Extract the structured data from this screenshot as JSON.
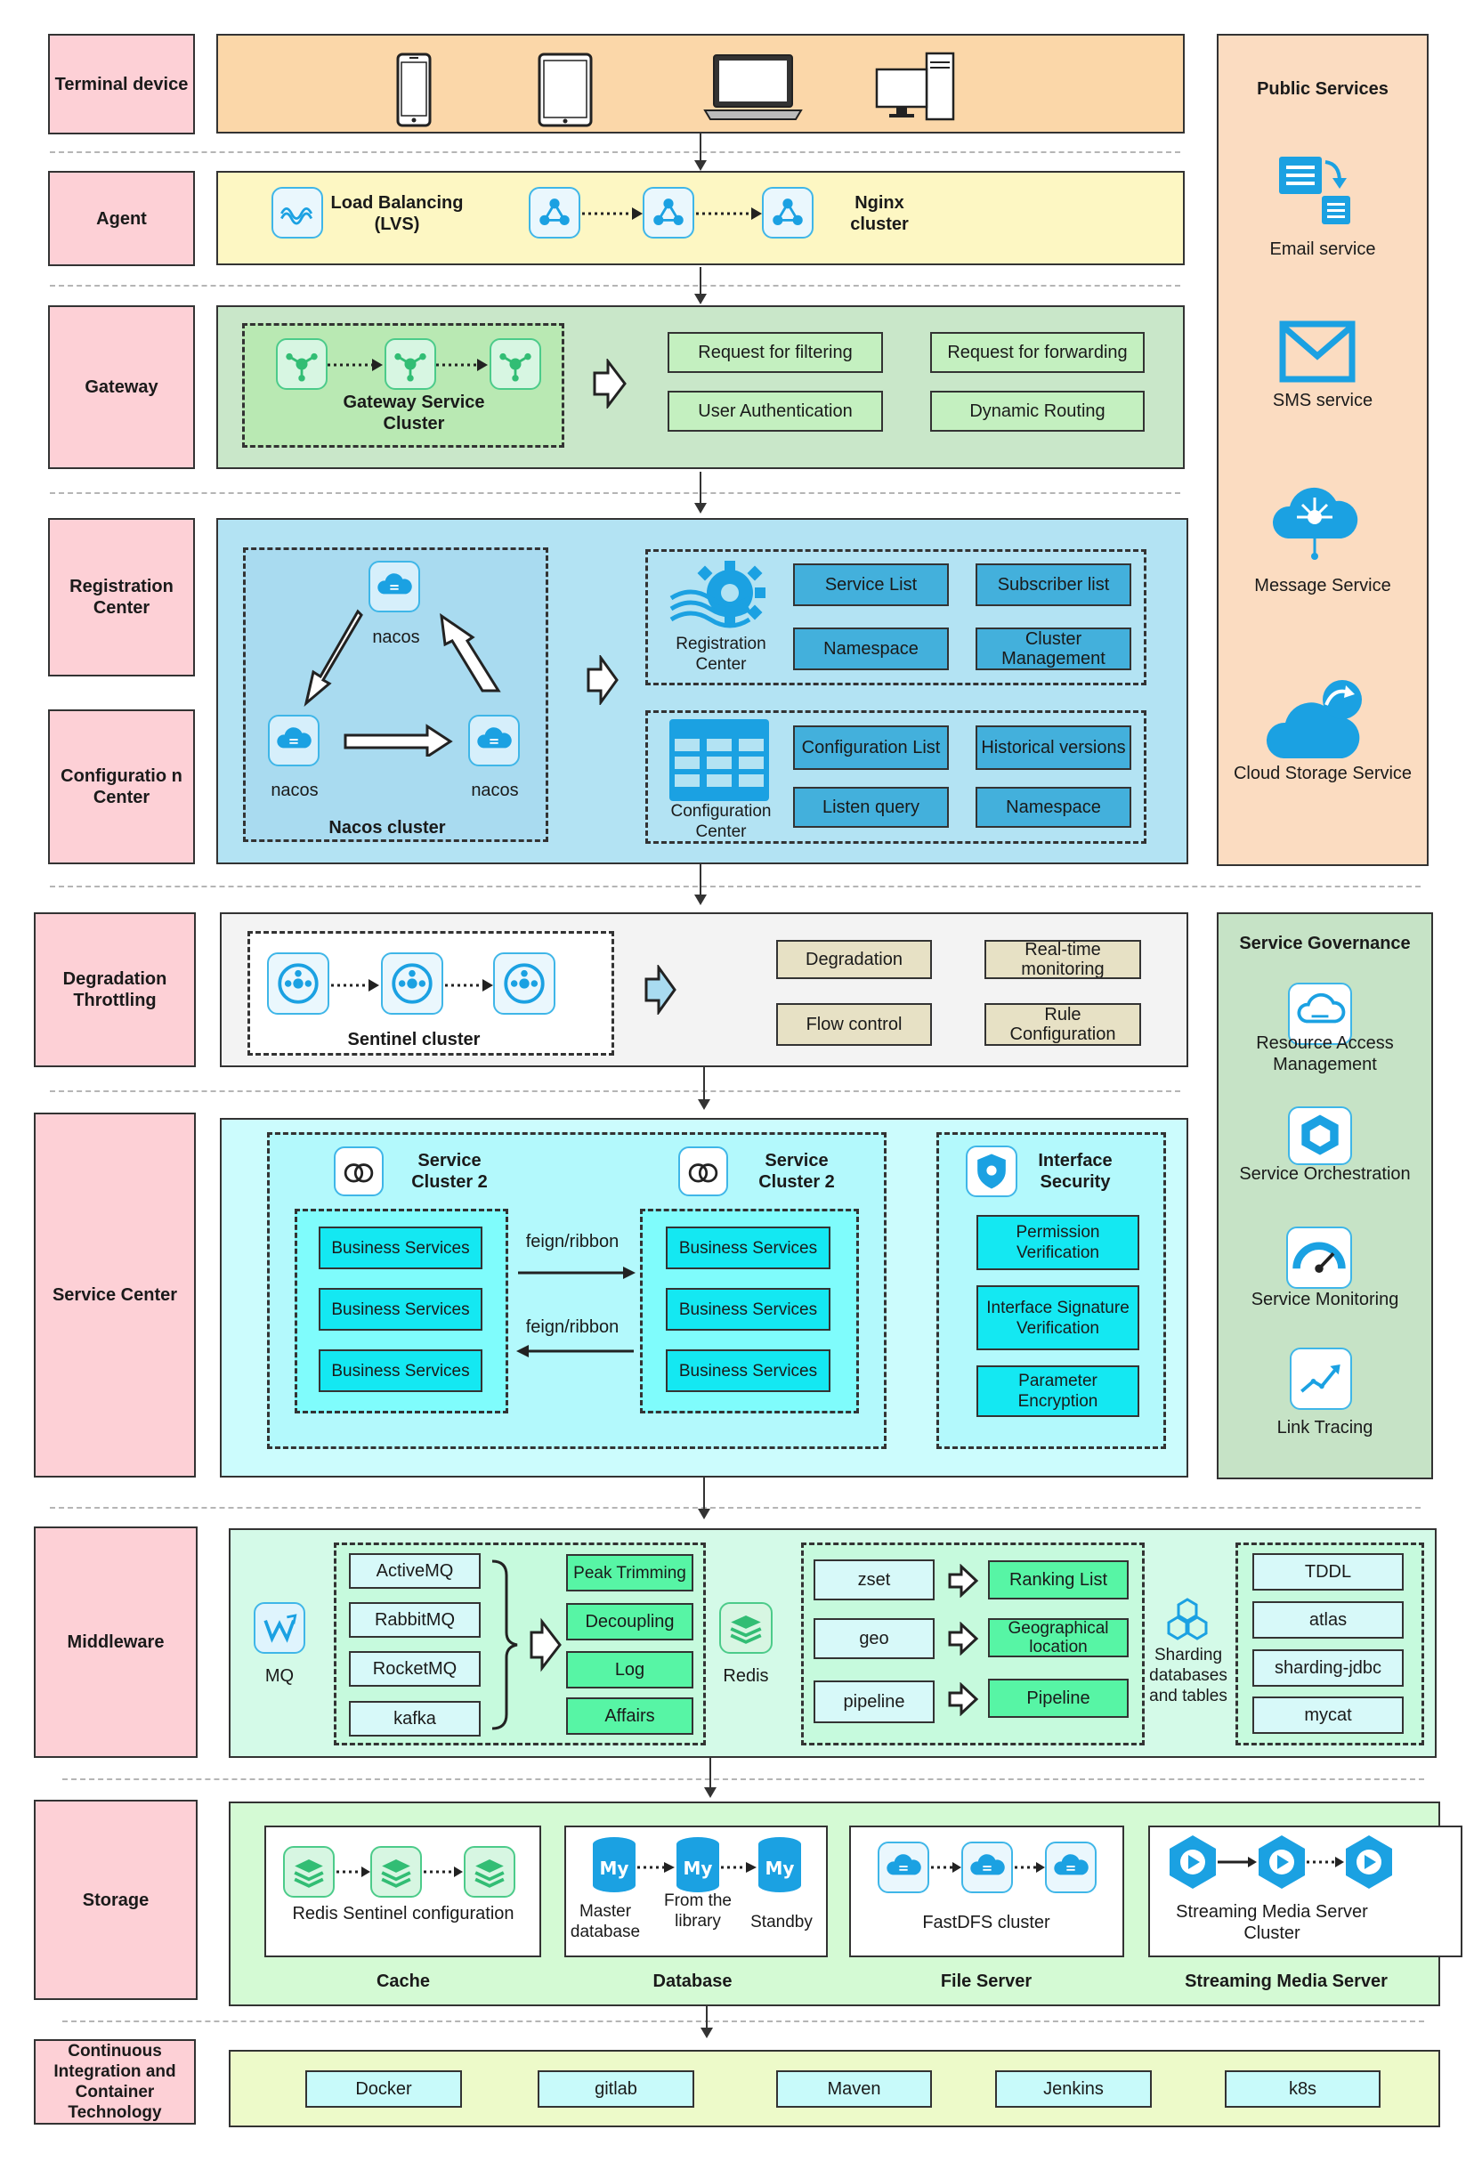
{
  "layers": {
    "terminal": "Terminal device",
    "agent": "Agent",
    "gateway": "Gateway",
    "registration": "Registration Center",
    "configuration": "Configuratio n Center",
    "degradation": "Degradation Throttling",
    "service_center": "Service Center",
    "middleware": "Middleware",
    "storage": "Storage",
    "ci": "Continuous Integration and Container Technology"
  },
  "agent": {
    "lvs": "Load Balancing (LVS)",
    "nginx": "Nginx cluster"
  },
  "gateway": {
    "cluster": "Gateway Service Cluster",
    "items": [
      "Request for filtering",
      "Request for forwarding",
      "User Authentication",
      "Dynamic Routing"
    ]
  },
  "nacos": {
    "node": "nacos",
    "cluster": "Nacos cluster",
    "registration_center": "Registration Center",
    "registration_items": [
      "Service List",
      "Subscriber list",
      "Namespace",
      "Cluster Management"
    ],
    "configuration_center": "Configuration Center",
    "configuration_items": [
      "Configuration List",
      "Historical versions",
      "Listen query",
      "Namespace"
    ]
  },
  "sentinel": {
    "cluster": "Sentinel cluster",
    "items": [
      "Degradation",
      "Real-time monitoring",
      "Flow control",
      "Rule Configuration"
    ]
  },
  "service_center": {
    "cluster_left": "Service Cluster 2",
    "cluster_right": "Service Cluster 2",
    "business": "Business Services",
    "call_1": "feign/ribbon",
    "call_2": "feign/ribbon",
    "security_title": "Interface Security",
    "security_items": [
      "Permission Verification",
      "Interface Signature Verification",
      "Parameter Encryption"
    ]
  },
  "middleware": {
    "mq": "MQ",
    "mq_items": [
      "ActiveMQ",
      "RabbitMQ",
      "RocketMQ",
      "kafka"
    ],
    "mq_uses": [
      "Peak Trimming",
      "Decoupling",
      "Log",
      "Affairs"
    ],
    "redis": "Redis",
    "redis_types": [
      "zset",
      "geo",
      "pipeline"
    ],
    "redis_uses": [
      "Ranking List",
      "Geographical location",
      "Pipeline"
    ],
    "sharding": "Sharding databases and tables",
    "sharding_items": [
      "TDDL",
      "atlas",
      "sharding-jdbc",
      "mycat"
    ]
  },
  "storage": {
    "cache_label": "Redis Sentinel configuration",
    "cache_title": "Cache",
    "db_labels": [
      "Master database",
      "From the library",
      "Standby"
    ],
    "db_title": "Database",
    "fs_label": "FastDFS cluster",
    "fs_title": "File Server",
    "stream_label": "Streaming Media Server Cluster",
    "stream_title": "Streaming Media Server"
  },
  "ci": {
    "items": [
      "Docker",
      "gitlab",
      "Maven",
      "Jenkins",
      "k8s"
    ]
  },
  "public_services": {
    "title": "Public Services",
    "items": [
      "Email service",
      "SMS service",
      "Message Service",
      "Cloud Storage Service"
    ]
  },
  "governance": {
    "title": "Service Governance",
    "items": [
      "Resource Access Management",
      "Service Orchestration",
      "Service Monitoring",
      "Link Tracing"
    ]
  },
  "colors": {
    "label_bg": "#fdd0d6",
    "terminal_bg": "#fbd7a9",
    "agent_bg": "#fdf7c3",
    "gateway_bg": "#c9e7c9",
    "nacos_bg": "#b3e3f3",
    "sentinel_bg": "#f3f3f3",
    "service_bg": "#ccfcfd",
    "middleware_bg": "#d4fae8",
    "storage_bg": "#d4fad4",
    "ci_bg": "#edfac9",
    "public_bg": "#fbdcc1",
    "governance_bg": "#c6e3c6",
    "icon_blue": "#1ba1e2"
  }
}
